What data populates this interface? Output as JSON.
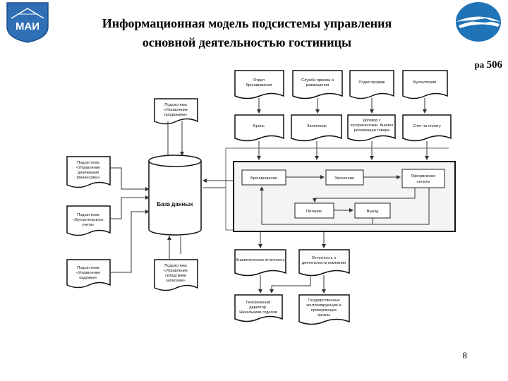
{
  "header": {
    "title_line1": "Информационная модель подсистемы управления",
    "title_line2": "основной деятельностью гостиницы",
    "dept_prefix": "ра ",
    "dept_code": "506",
    "logo_left_text": "МАИ"
  },
  "footer": {
    "page_number": "8"
  },
  "diagram": {
    "db": {
      "label": "База данных"
    },
    "subsystems_left": [
      {
        "label1": "Подсистема",
        "label2": "«Управление",
        "label3": "денежными",
        "label4": "финансами»"
      },
      {
        "label1": "Подсистема",
        "label2": "«Бухгалтерского",
        "label3": "учета»"
      },
      {
        "label1": "Подсистема",
        "label2": "«Управление",
        "label3": "кадрами»"
      }
    ],
    "sub_top": {
      "label1": "Подсистема",
      "label2": "«Управление",
      "label3": "продажами»"
    },
    "sub_bottom": {
      "label1": "Подсистема",
      "label2": "«Управление",
      "label3": "складскими",
      "label4": "запасами»"
    },
    "depts": [
      {
        "label1": "Отдел",
        "label2": "бронирования"
      },
      {
        "label1": "Служба приема и",
        "label2": "размещения"
      },
      {
        "label1": "Отдел продаж"
      },
      {
        "label1": "Бухгалтерия"
      }
    ],
    "docs": [
      {
        "label1": "Бронь"
      },
      {
        "label1": "Заселение"
      },
      {
        "label1": "Договор с",
        "label2": "контрагентами. Анализ",
        "label3": "реализации товара"
      },
      {
        "label1": "Счет на оплату"
      }
    ],
    "process": {
      "booking": "Бронирование",
      "checkin": "Заселение",
      "payment1": "Оформление",
      "payment2": "оплаты",
      "living": "Питание",
      "checkout": "Выезд"
    },
    "reports": [
      {
        "label1": "Аналитическая отчетность"
      },
      {
        "label1": "Отчетность о",
        "label2": "деятельности компании"
      }
    ],
    "recipients": [
      {
        "label1": "Генеральный",
        "label2": "директор.",
        "label3": "Начальники отделов"
      },
      {
        "label1": "Государственные",
        "label2": "контролирующие и",
        "label3": "проверяющие",
        "label4": "органы"
      }
    ]
  }
}
